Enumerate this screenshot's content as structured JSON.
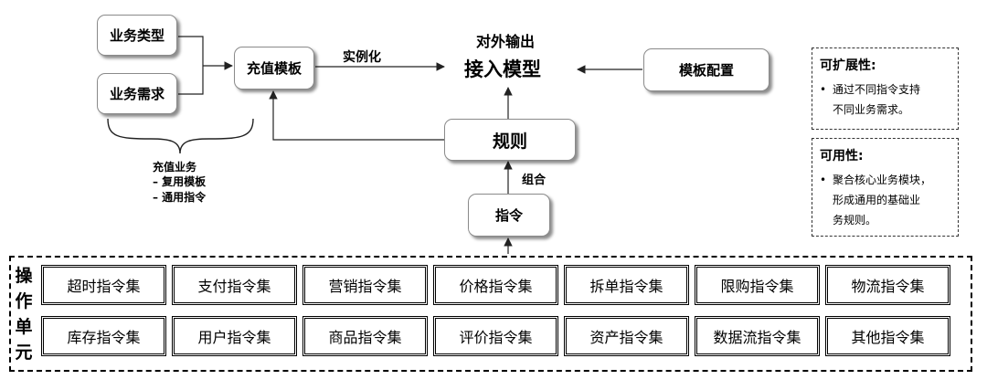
{
  "nodes": {
    "business_type": "业务类型",
    "business_need": "业务需求",
    "charge_template": "充值模板",
    "external_output": "对外输出",
    "access_model": "接入模型",
    "template_config": "模板配置",
    "rule": "规则",
    "instruction": "指令"
  },
  "edge_labels": {
    "instantiate": "实例化",
    "combine": "组合"
  },
  "charge_business": {
    "title": "充值业务",
    "items": [
      "–    复用模板",
      "–    通用指令"
    ]
  },
  "notes": [
    {
      "title": "可扩展性:",
      "bullet": "•",
      "lines": [
        "通过不同指令支持",
        "不同业务需求。"
      ]
    },
    {
      "title": "可用性:",
      "bullet": "•",
      "lines": [
        "聚合核心业务模块，",
        "形成通用的基础业",
        "务规则。"
      ]
    }
  ],
  "operation_unit": {
    "title_chars": [
      "操",
      "作",
      "单",
      "元"
    ],
    "rows": [
      [
        "超时指令集",
        "支付指令集",
        "营销指令集",
        "价格指令集",
        "拆单指令集",
        "限购指令集",
        "物流指令集"
      ],
      [
        "库存指令集",
        "用户指令集",
        "商品指令集",
        "评价指令集",
        "资产指令集",
        "数据流指令集",
        "其他指令集"
      ]
    ]
  }
}
